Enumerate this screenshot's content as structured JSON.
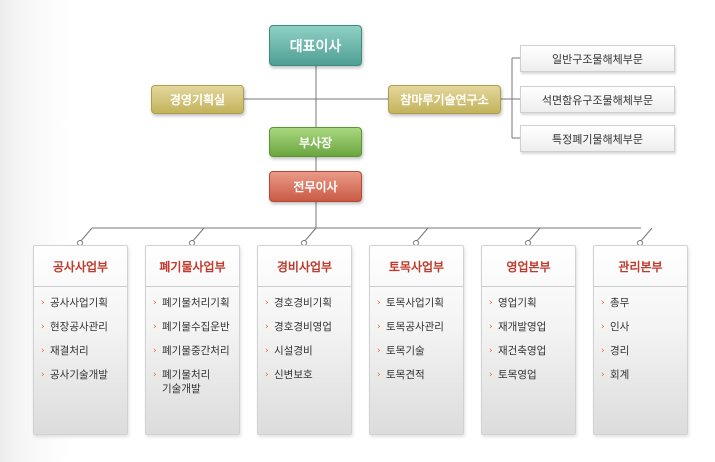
{
  "org": {
    "ceo": "대표이사",
    "planning_office": "경영기획실",
    "research_institute": "참마루기술연구소",
    "research_divisions": [
      "일반구조물해체부문",
      "석면함유구조물해체부문",
      "특정폐기물해체부문"
    ],
    "vice_president": "부사장",
    "executive_director": "전무이사",
    "departments": [
      {
        "name": "공사사업부",
        "items": [
          "공사사업기획",
          "현장공사관리",
          "재결처리",
          "공사기술개발"
        ]
      },
      {
        "name": "폐기물사업부",
        "items": [
          "폐기물처리기획",
          "폐기물수집운반",
          "폐기물중간처리",
          "폐기물처리\n기술개발"
        ]
      },
      {
        "name": "경비사업부",
        "items": [
          "경호경비기획",
          "경호경비영업",
          "시설경비",
          "신변보호"
        ]
      },
      {
        "name": "토목사업부",
        "items": [
          "토목사업기획",
          "토목공사관리",
          "토목기술",
          "토목견적"
        ]
      },
      {
        "name": "영업본부",
        "items": [
          "영업기획",
          "재개발영업",
          "재건축영업",
          "토목영업"
        ]
      },
      {
        "name": "관리본부",
        "items": [
          "총무",
          "인사",
          "경리",
          "회계"
        ]
      }
    ]
  },
  "colors": {
    "ceo": "#5fa99e",
    "planning": "#cfc070",
    "vice_president": "#7fb752",
    "executive": "#d66e58",
    "dept_title": "#c0392b",
    "bullet": "#e46a2c"
  },
  "icons": {
    "bullet": "›"
  }
}
